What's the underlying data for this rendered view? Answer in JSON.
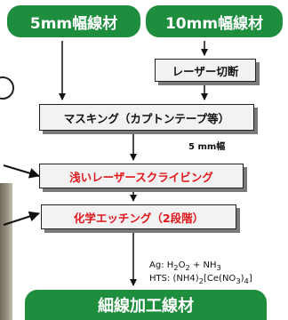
{
  "inputs": {
    "a": "5mm幅線材",
    "b": "10mm幅線材"
  },
  "steps": {
    "laser_cut": "レーザー切断",
    "masking": "マスキング（カプトンテープ等）",
    "width_note": "5 mm幅",
    "scribing": "浅いレーザースクライビング",
    "etching": "化学エッチング（2段階）"
  },
  "etchants": {
    "ag_prefix": "Ag: H",
    "ag_sub1": "2",
    "ag_mid": "O",
    "ag_sub2": "2",
    "ag_rest": " + NH",
    "ag_sub3": "3",
    "hts_prefix": "HTS: (NH4)",
    "hts_sub1": "2",
    "hts_mid": "[Ce(NO",
    "hts_sub2": "3",
    "hts_close": ")",
    "hts_sub3": "4",
    "hts_end": "]"
  },
  "output": "細線加工線材",
  "colors": {
    "pill": "#1f8d3e",
    "step_text": "#111111",
    "highlight_text": "#e0161b"
  }
}
